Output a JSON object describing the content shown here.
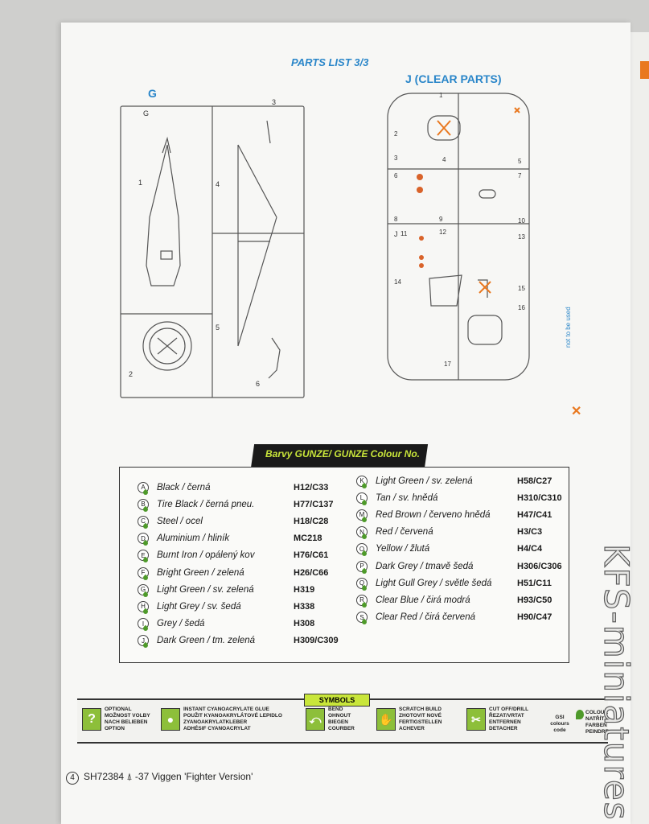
{
  "header": {
    "title": "PARTS LIST 3/3"
  },
  "sprues": {
    "g_label": "G",
    "j_label": "J (CLEAR PARTS)",
    "g_letter": "G",
    "g_numbers": [
      "1",
      "2",
      "3",
      "4",
      "5",
      "6"
    ],
    "j_letter": "J",
    "j_numbers": [
      "1",
      "2",
      "3",
      "4",
      "5",
      "6",
      "7",
      "8",
      "9",
      "10",
      "11",
      "12",
      "13",
      "14",
      "15",
      "16",
      "17"
    ]
  },
  "legend": {
    "not_used": "not to be used",
    "not_used_icon": "x-mark-icon"
  },
  "colours": {
    "banner": "Barvy GUNZE/ GUNZE Colour No.",
    "left": [
      {
        "letter": "A",
        "name": "Black / černá",
        "code": "H12/C33"
      },
      {
        "letter": "B",
        "name": "Tire Black / černá pneu.",
        "code": "H77/C137"
      },
      {
        "letter": "C",
        "name": "Steel / ocel",
        "code": "H18/C28"
      },
      {
        "letter": "D",
        "name": "Aluminium / hliník",
        "code": "MC218"
      },
      {
        "letter": "E",
        "name": "Burnt Iron / opálený kov",
        "code": "H76/C61"
      },
      {
        "letter": "F",
        "name": "Bright Green / zelená",
        "code": "H26/C66"
      },
      {
        "letter": "G",
        "name": "Light Green / sv. zelená",
        "code": "H319"
      },
      {
        "letter": "H",
        "name": "Light Grey / sv. šedá",
        "code": "H338"
      },
      {
        "letter": "I",
        "name": "Grey / šedá",
        "code": "H308"
      },
      {
        "letter": "J",
        "name": "Dark Green / tm. zelená",
        "code": "H309/C309"
      }
    ],
    "right": [
      {
        "letter": "K",
        "name": "Light Green / sv. zelená",
        "code": "H58/C27"
      },
      {
        "letter": "L",
        "name": "Tan / sv. hnědá",
        "code": "H310/C310"
      },
      {
        "letter": "M",
        "name": "Red Brown / červeno hnědá",
        "code": "H47/C41"
      },
      {
        "letter": "N",
        "name": "Red / červená",
        "code": "H3/C3"
      },
      {
        "letter": "O",
        "name": "Yellow / žlutá",
        "code": "H4/C4"
      },
      {
        "letter": "P",
        "name": "Dark Grey / tmavě šedá",
        "code": "H306/C306"
      },
      {
        "letter": "Q",
        "name": "Light Gull Grey / světle šedá",
        "code": "H51/C11"
      },
      {
        "letter": "R",
        "name": "Clear Blue / čirá modrá",
        "code": "H93/C50"
      },
      {
        "letter": "S",
        "name": "Clear Red / čirá červená",
        "code": "H90/C47"
      }
    ]
  },
  "symbols": {
    "title": "SYMBOLS",
    "items": [
      {
        "icon": "question-mark-icon",
        "text": "OPTIONAL\nMOŽNOST VOLBY\nNACH BELIEBEN\nOPTION"
      },
      {
        "icon": "glue-drop-icon",
        "text": "INSTANT CYANOACRYLATE GLUE\nPOUŽIT KYANOAKRYLÁTOVÉ LEPIDLO\nZYANOAKRYLATKLEBER\nADHÉSIF CYANOACRYLAT"
      },
      {
        "icon": "bend-icon",
        "text": "BEND\nOHNOUT\nBIEGEN\nCOURBER"
      },
      {
        "icon": "scratch-build-icon",
        "text": "SCRATCH BUILD\nZHOTOVIT NOVÉ\nFERTIGSTELLEN\nACHEVER"
      },
      {
        "icon": "cut-off-icon",
        "text": "CUT OFF/DRILL\nŘEZAT/VRTAT\nENTFERNEN\nDETACHER"
      },
      {
        "icon": "colour-code-icon",
        "text": "GSI\ncolours code"
      },
      {
        "icon": "paint-drop-icon",
        "text": "COLOUR\nNATŘÍT\nFARBEN\nPEINDRE"
      }
    ]
  },
  "footer": {
    "page": "4",
    "text": "SH72384 ⍋ -37 Viggen 'Fighter Version'"
  },
  "watermark": "KFS-miniatures"
}
